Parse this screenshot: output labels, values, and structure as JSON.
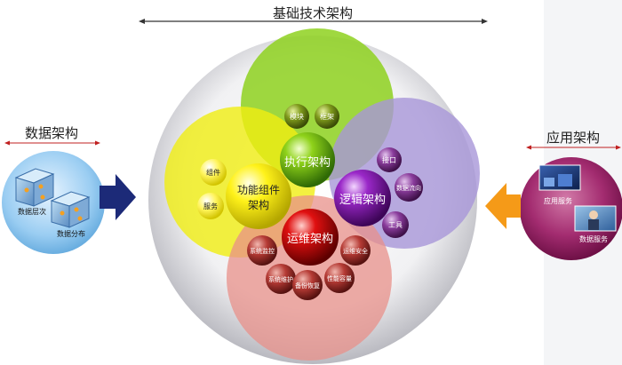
{
  "header": {
    "title": "基础技术架构"
  },
  "left": {
    "title": "数据架构",
    "items": [
      "数据层次",
      "数据分布"
    ]
  },
  "right": {
    "title": "应用架构",
    "items": [
      "应用服务",
      "数据服务"
    ]
  },
  "modules": {
    "functional": {
      "label_line1": "功能组件",
      "label_line2": "架构",
      "subs": [
        "组件",
        "服务"
      ]
    },
    "execution": {
      "label": "执行架构",
      "subs": [
        "模块",
        "框架"
      ]
    },
    "logic": {
      "label": "逻辑架构",
      "subs": [
        "接口",
        "数据流向",
        "工具"
      ]
    },
    "ops": {
      "label": "运维架构",
      "subs": [
        "系统监控",
        "运维安全",
        "系统维护",
        "备份恢复",
        "性能容量"
      ]
    }
  },
  "colors": {
    "green": "#8ed11e",
    "yellow": "#f0ee12",
    "purple": "#a896d8",
    "salmon": "#e8908a",
    "blue_left": "#8cc4ee",
    "magenta_right": "#a32c70",
    "arrow_navy": "#1c2a78",
    "arrow_orange": "#f59a18",
    "subball_text": "#ffffff"
  }
}
